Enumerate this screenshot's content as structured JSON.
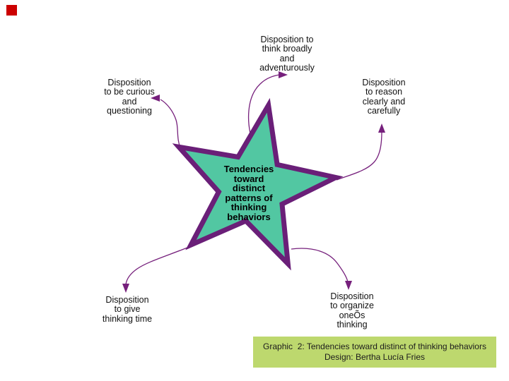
{
  "decoration": {
    "red_square_color": "#cc0000"
  },
  "star": {
    "fill": "#52c7a2",
    "border": "#6a1f78",
    "label": "Tendencies\ntoward\ndistinct\npatterns of\nthinking\nbehaviors"
  },
  "connectors": {
    "color": "#76207c"
  },
  "labels": {
    "top": "Disposition to\nthink broadly\nand\nadventurously",
    "left": "Disposition\nto be curious\nand\nquestioning",
    "right": "Disposition\nto reason\nclearly and\ncarefully",
    "bottom_left": "Disposition\nto give\nthinking time",
    "bottom_right": "Disposition\nto organize\noneÕs\nthinking"
  },
  "caption": {
    "background": "#bdd86e",
    "line1": "Graphic  2: Tendencies toward distinct of thinking behaviors",
    "line2": "Design: Bertha Lucía Fries"
  }
}
